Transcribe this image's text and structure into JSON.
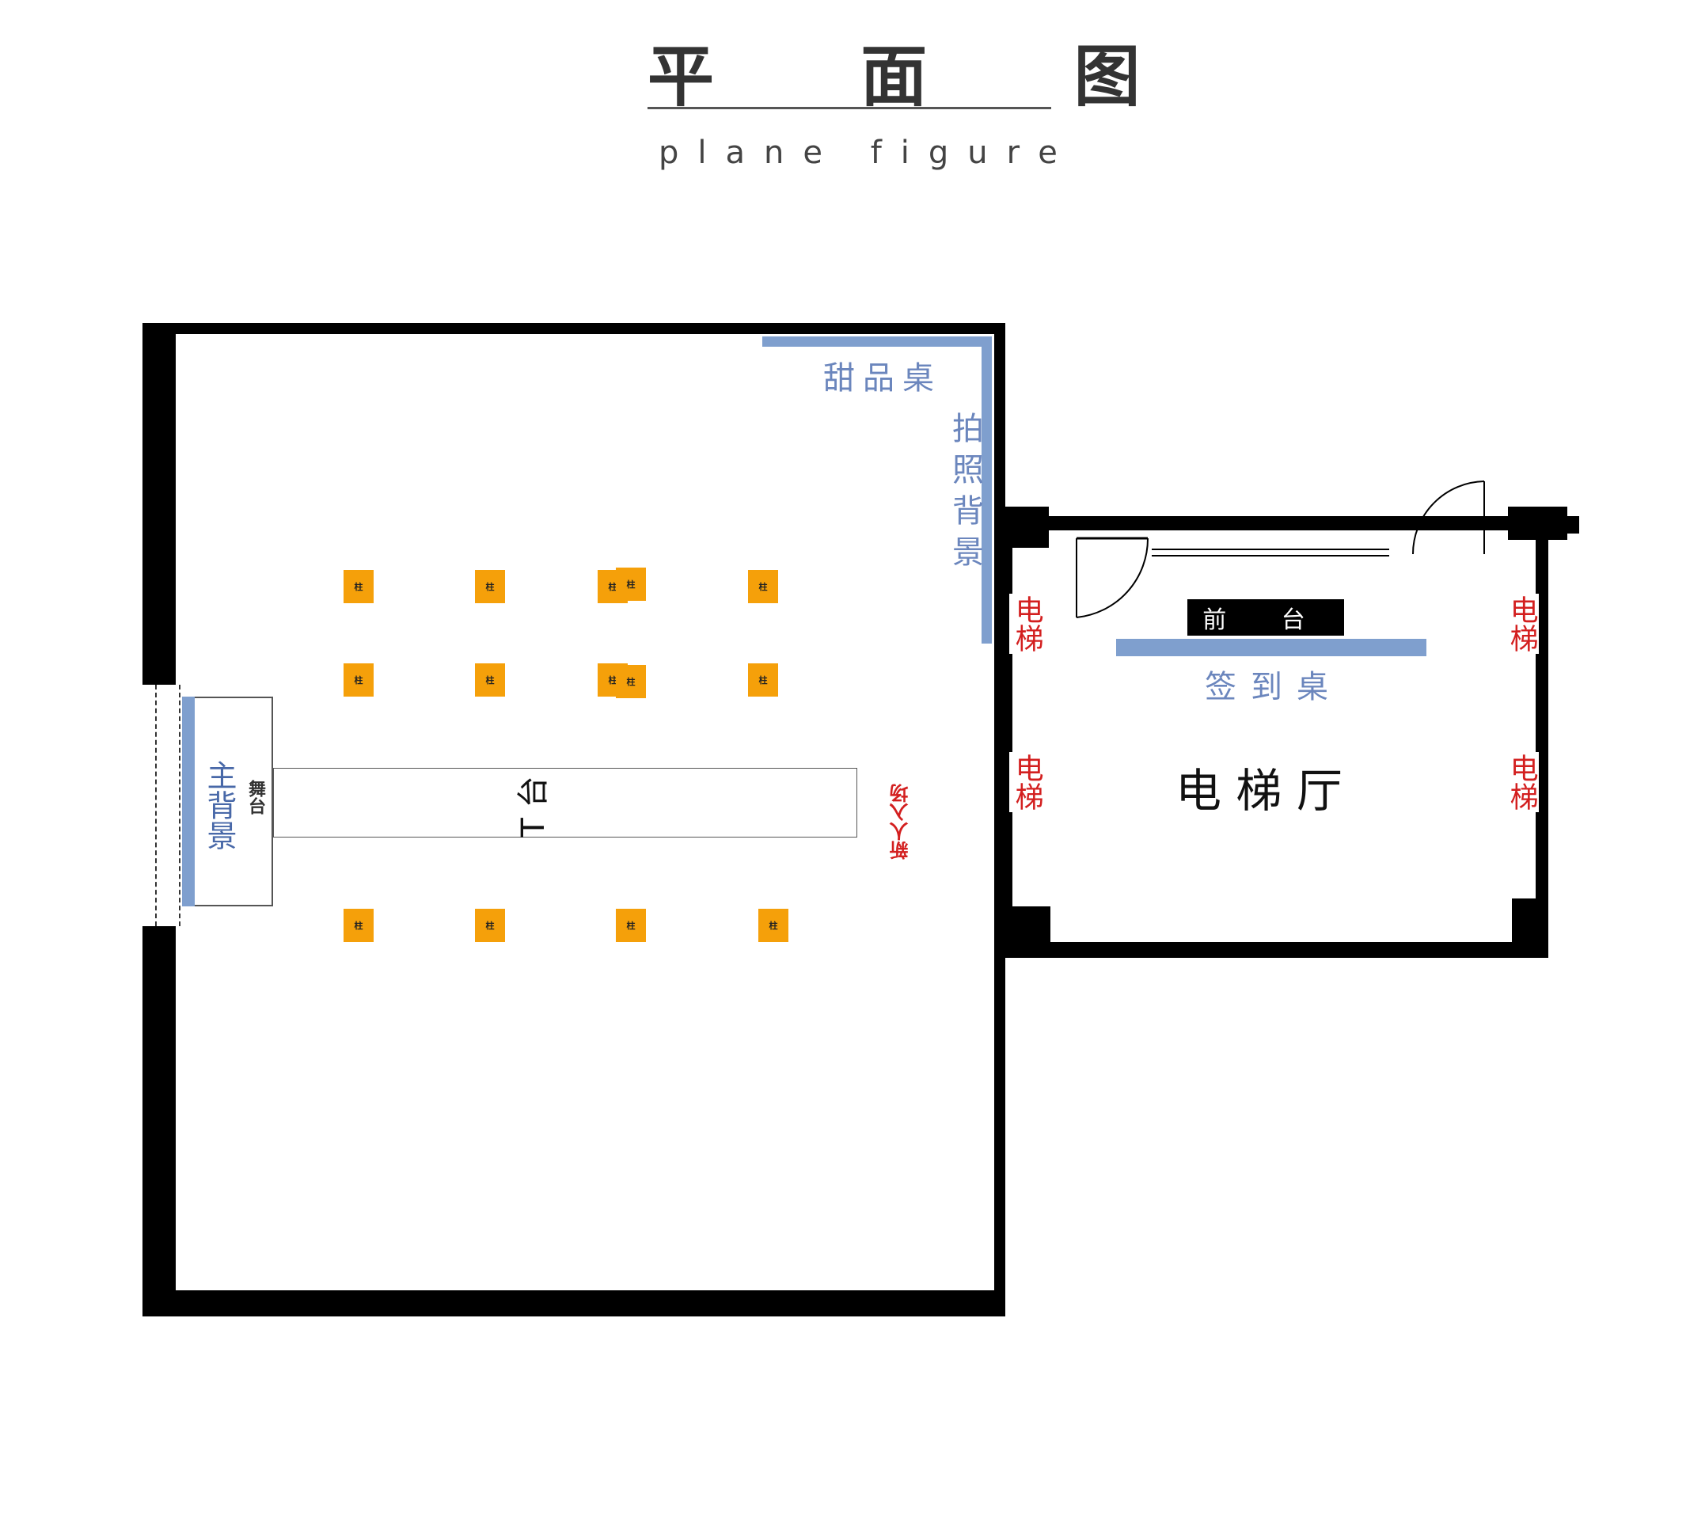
{
  "title": {
    "cn": "平 面 图",
    "en": "plane figure"
  },
  "labels": {
    "dessert_table": "甜品桌",
    "photo_backdrop": "拍照背景",
    "main_backdrop": "主背景",
    "stage": "舞台",
    "t_stage": "T 台",
    "entrance": "新人入场",
    "reception": "前 台",
    "sign_in_table": "签到桌",
    "elevator_hall": "电 梯 厅",
    "elevator": "电梯"
  },
  "pillar_label": "柱",
  "colors": {
    "wall": "#000000",
    "accent_blue": "#7f9fce",
    "pillar": "#f5a00a",
    "entrance_red": "#d31f1f"
  }
}
